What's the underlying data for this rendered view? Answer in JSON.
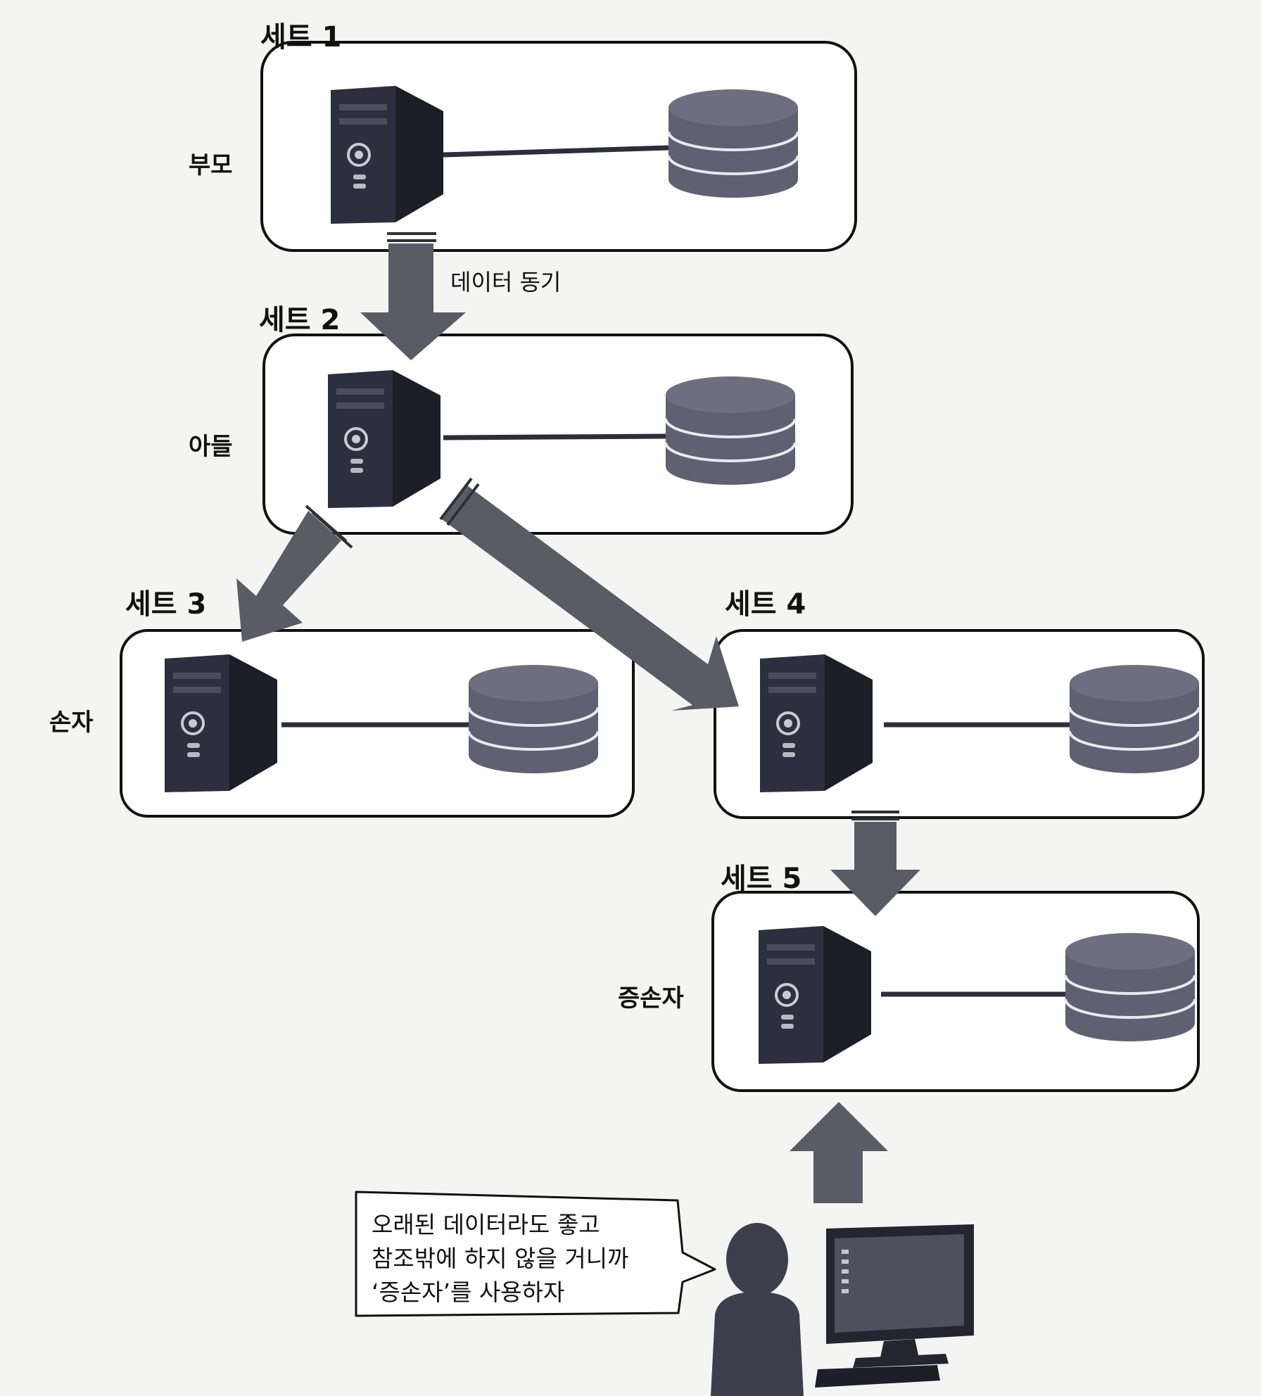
{
  "sets": [
    {
      "title": "세트 1",
      "role": "부모"
    },
    {
      "title": "세트 2",
      "role": "아들"
    },
    {
      "title": "세트 3",
      "role": "손자"
    },
    {
      "title": "세트 4",
      "role": ""
    },
    {
      "title": "세트 5",
      "role": "증손자"
    }
  ],
  "sync_label": "데이터 동기",
  "speech": {
    "lines": [
      "오래된 데이터라도 좋고",
      "참조밖에 하지 않을 거니까",
      "‘증손자’를 사용하자"
    ]
  },
  "icons": {
    "server": "server-tower-icon",
    "database": "database-cylinder-icon",
    "user": "person-icon",
    "monitor": "monitor-icon",
    "keyboard": "keyboard-icon"
  },
  "colors": {
    "server_body": "#2c2f3d",
    "server_side": "#1c1e28",
    "database": "#5f6071",
    "arrow": "#5b5b66",
    "line": "#2c2e3c"
  }
}
